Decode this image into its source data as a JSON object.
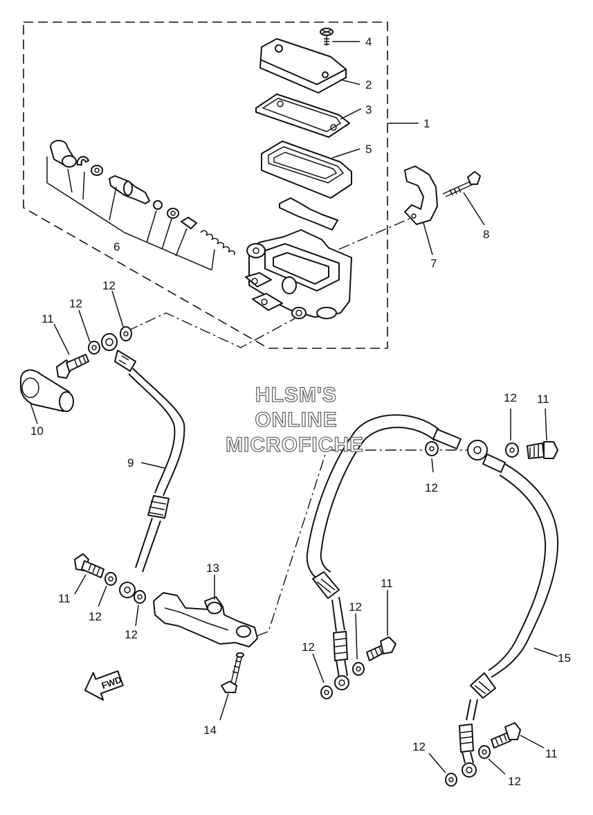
{
  "watermark": {
    "line1": "HLSM'S",
    "line2": "ONLINE",
    "line3": "MICROFICHE"
  },
  "direction_label": "FWD",
  "callouts": {
    "c1": "1",
    "c2": "2",
    "c3": "3",
    "c4": "4",
    "c5": "5",
    "c6": "6",
    "c7": "7",
    "c8": "8",
    "c9": "9",
    "c10": "10",
    "c11a": "11",
    "c11b": "11",
    "c11c": "11",
    "c11d": "11",
    "c11e": "11",
    "c12a": "12",
    "c12b": "12",
    "c12c": "12",
    "c12d": "12",
    "c12e": "12",
    "c12f": "12",
    "c12g": "12",
    "c12h": "12",
    "c12i": "12",
    "c12j": "12",
    "c13": "13",
    "c14": "14",
    "c15": "15"
  }
}
